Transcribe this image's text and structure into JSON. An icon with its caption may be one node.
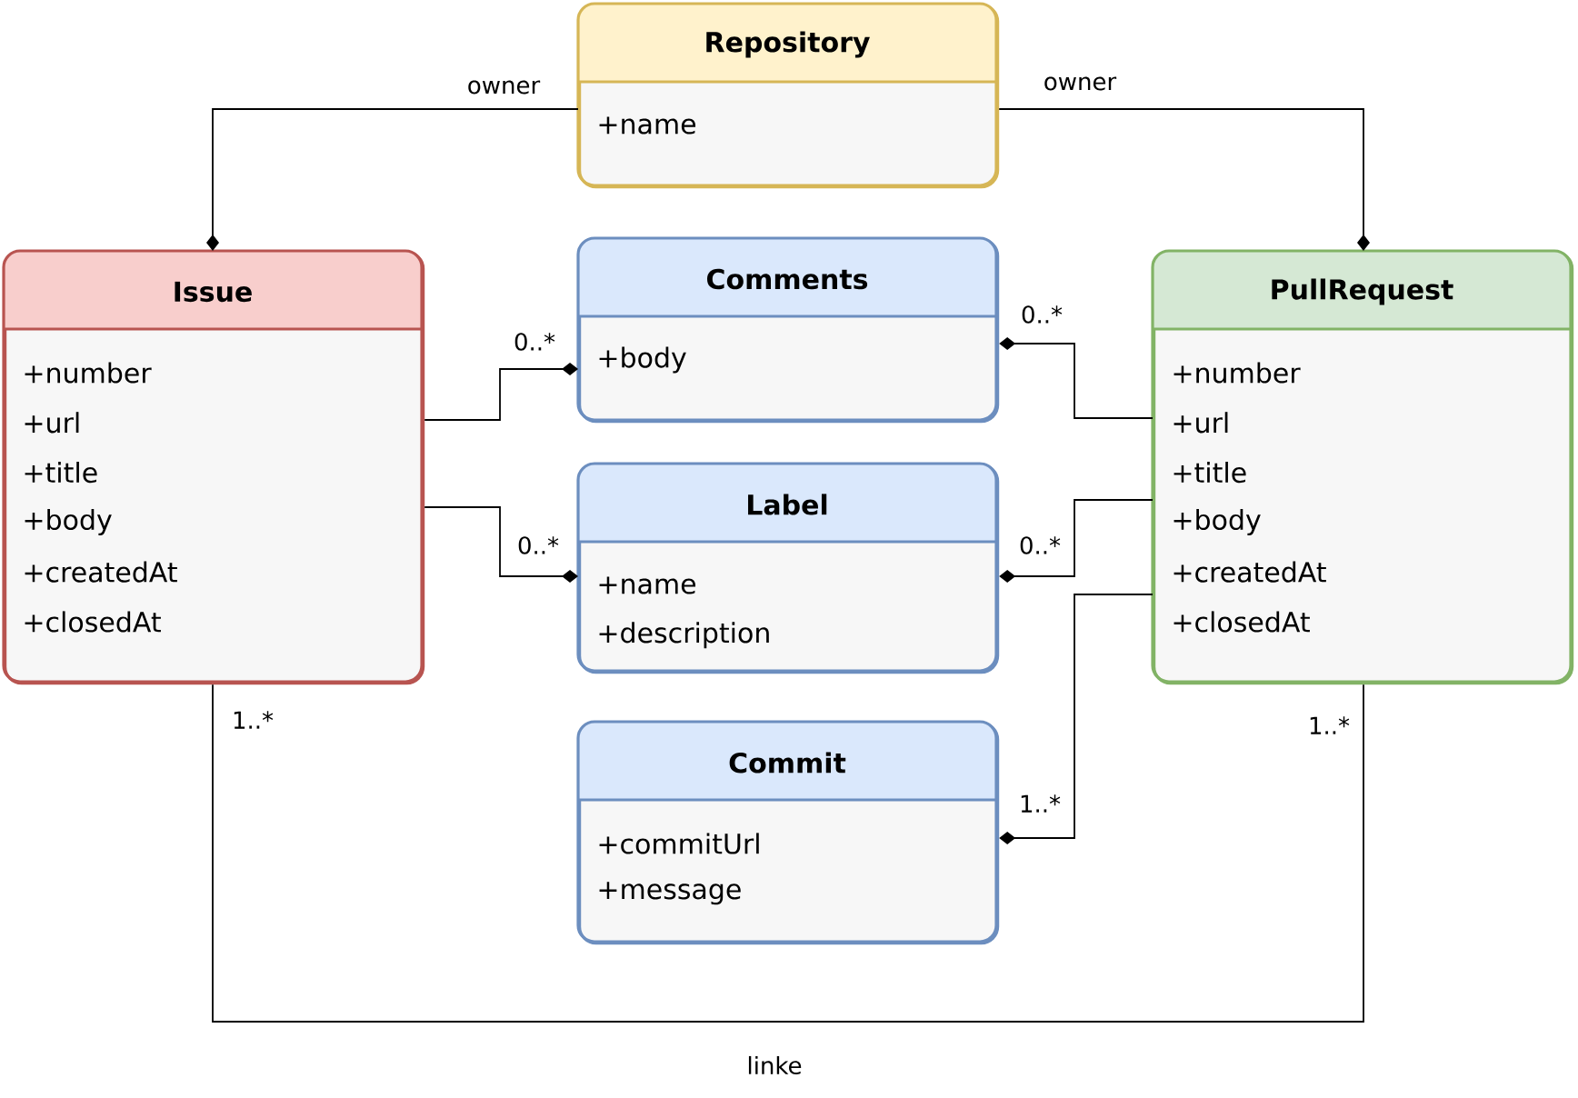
{
  "diagram": {
    "nodes": [
      {
        "text": [
          "Repository",
          "+name"
        ]
      },
      {
        "text": [
          "Issue",
          "+number",
          "+url",
          "+title",
          "+body",
          "+createdAt",
          "+closedAt"
        ]
      },
      {
        "text": [
          "Comments",
          "+body"
        ]
      },
      {
        "text": [
          "PullRequest",
          "+number",
          "+url",
          "+title",
          "+body",
          "+createdAt",
          "+closedAt"
        ]
      },
      {
        "text": [
          "Label",
          "+name",
          "+description"
        ]
      },
      {
        "text": [
          "Commit",
          "+commitUrl",
          "+message"
        ]
      }
    ],
    "edges": [
      {
        "from": 0,
        "to": 1,
        "arrow": "other",
        "label": "owner"
      },
      {
        "from": 0,
        "to": 3,
        "arrow": "other",
        "label": "owner"
      },
      {
        "from": 1,
        "to": 2,
        "arrow": "other",
        "label": "0..*"
      },
      {
        "from": 1,
        "to": 4,
        "arrow": "other",
        "label": "0..*"
      },
      {
        "from": 3,
        "to": 2,
        "arrow": "other",
        "label": "0..*"
      },
      {
        "from": 3,
        "to": 4,
        "arrow": "other",
        "label": "0..*"
      },
      {
        "from": 3,
        "to": 5,
        "arrow": "other",
        "label": "1..*"
      },
      {
        "from": 1,
        "to": 3,
        "arrow": "none",
        "label": "linke"
      }
    ],
    "labels": [
      "1..*",
      "1..*"
    ]
  }
}
